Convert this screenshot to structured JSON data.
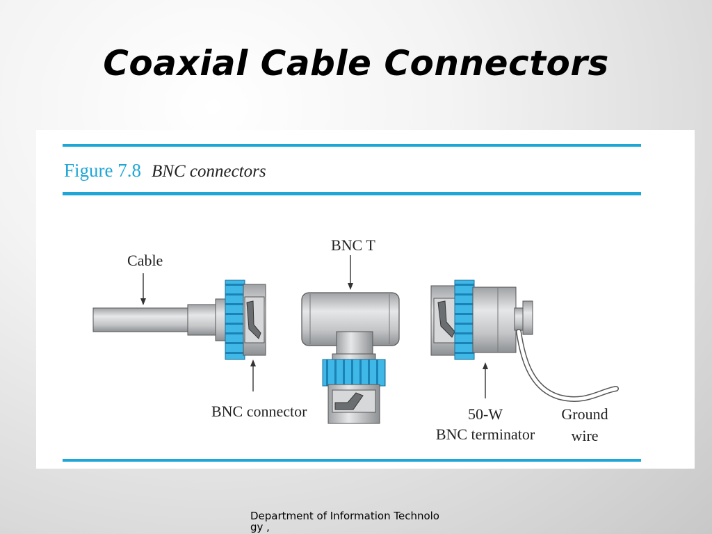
{
  "slide": {
    "title": "Coaxial Cable Connectors",
    "footer_line1": "Department of Information Technolo",
    "footer_line2": "gy ,"
  },
  "figure": {
    "number": "Figure 7.8",
    "caption": "BNC connectors",
    "labels": {
      "cable": "Cable",
      "bnc_connector": "BNC connector",
      "bnc_t": "BNC T",
      "terminator_line1": "50-W",
      "terminator_line2": "BNC terminator",
      "ground_line1": "Ground",
      "ground_line2": "wire"
    }
  },
  "colors": {
    "rule": "#1ea6d6",
    "ring": "#3fb8e8",
    "metal": "#c9cbcd",
    "outline": "#444444"
  }
}
